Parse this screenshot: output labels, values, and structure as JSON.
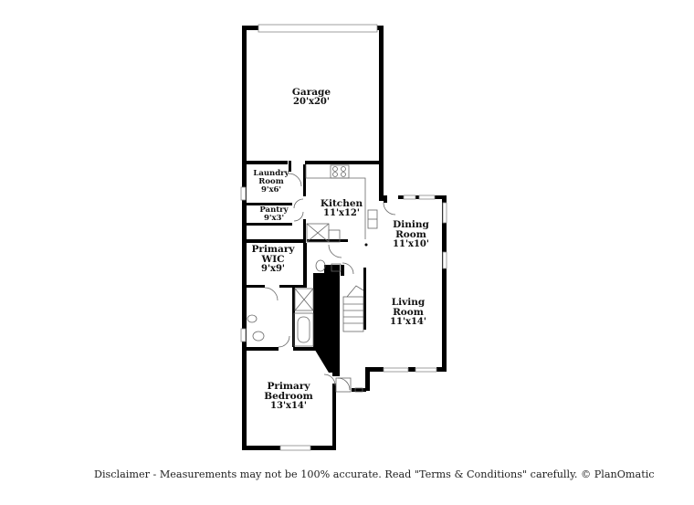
{
  "floorplan": {
    "rooms": [
      {
        "id": "garage",
        "name": "Garage",
        "dims": "20'x20'"
      },
      {
        "id": "laundry",
        "name": "Laundry Room",
        "name_lines": [
          "Laundry",
          "Room"
        ],
        "dims": "9'x6'"
      },
      {
        "id": "kitchen",
        "name": "Kitchen",
        "dims": "11'x12'"
      },
      {
        "id": "pantry",
        "name": "Pantry",
        "dims": "9'x3'"
      },
      {
        "id": "dining",
        "name": "Dining Room",
        "name_lines": [
          "Dining",
          "Room"
        ],
        "dims": "11'x10'"
      },
      {
        "id": "primary-wic",
        "name": "Primary WIC",
        "name_lines": [
          "Primary",
          "WIC"
        ],
        "dims": "9'x9'"
      },
      {
        "id": "living",
        "name": "Living Room",
        "name_lines": [
          "Living",
          "Room"
        ],
        "dims": "11'x14'"
      },
      {
        "id": "primary-bedroom",
        "name": "Primary Bedroom",
        "name_lines": [
          "Primary",
          "Bedroom"
        ],
        "dims": "13'x14'"
      }
    ],
    "colors": {
      "wall": "#000000",
      "window": "#d9d9d9",
      "background": "#ffffff",
      "text": "#111111"
    }
  },
  "footer": {
    "disclaimer": "Disclaimer - Measurements may not be 100% accurate. Read \"Terms & Conditions\" carefully. © PlanOmatic"
  }
}
